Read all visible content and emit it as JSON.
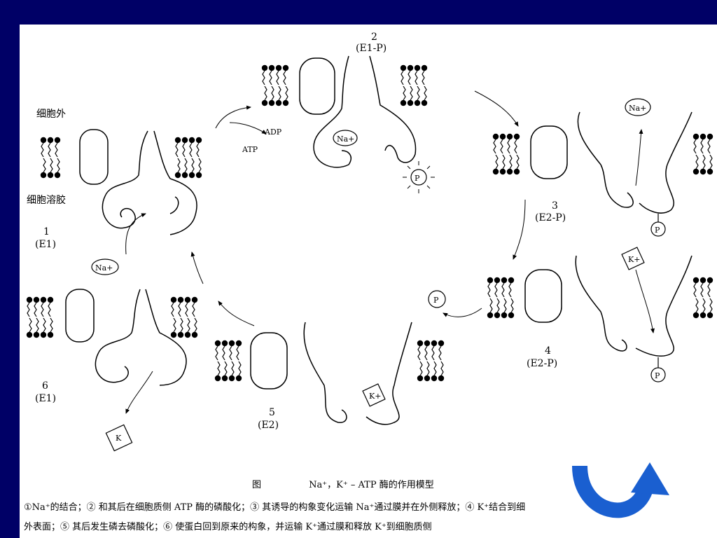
{
  "labels": {
    "outside": "细胞外",
    "cytosol": "细胞溶胶",
    "adp": "ADP",
    "atp": "ATP"
  },
  "states": [
    {
      "num": "1",
      "form": "(E1)"
    },
    {
      "num": "2",
      "form": "(E1-P)"
    },
    {
      "num": "3",
      "form": "(E2-P)"
    },
    {
      "num": "4",
      "form": "(E2-P)"
    },
    {
      "num": "5",
      "form": "(E2)"
    },
    {
      "num": "6",
      "form": "(E1)"
    }
  ],
  "ions": {
    "na": "Na+",
    "k": "K+",
    "k_plain": "K",
    "p": "P"
  },
  "caption": {
    "prefix": "图",
    "title": "Na⁺，K⁺ – ATP 酶的作用模型",
    "line1": "①Na⁺的结合；② 和其后在细胞质侧 ATP 酶的磷酸化；③ 其诱导的构象变化运输 Na⁺通过膜并在外侧释放；④ K⁺结合到细",
    "line2": "外表面；⑤ 其后发生磷去磷酸化；⑥ 使蛋白回到原来的构象，并运输 K⁺通过膜和释放 K⁺到细胞质侧"
  },
  "colors": {
    "background": "#000066",
    "slide": "#ffffff",
    "arrow": "#1a5fd0"
  }
}
